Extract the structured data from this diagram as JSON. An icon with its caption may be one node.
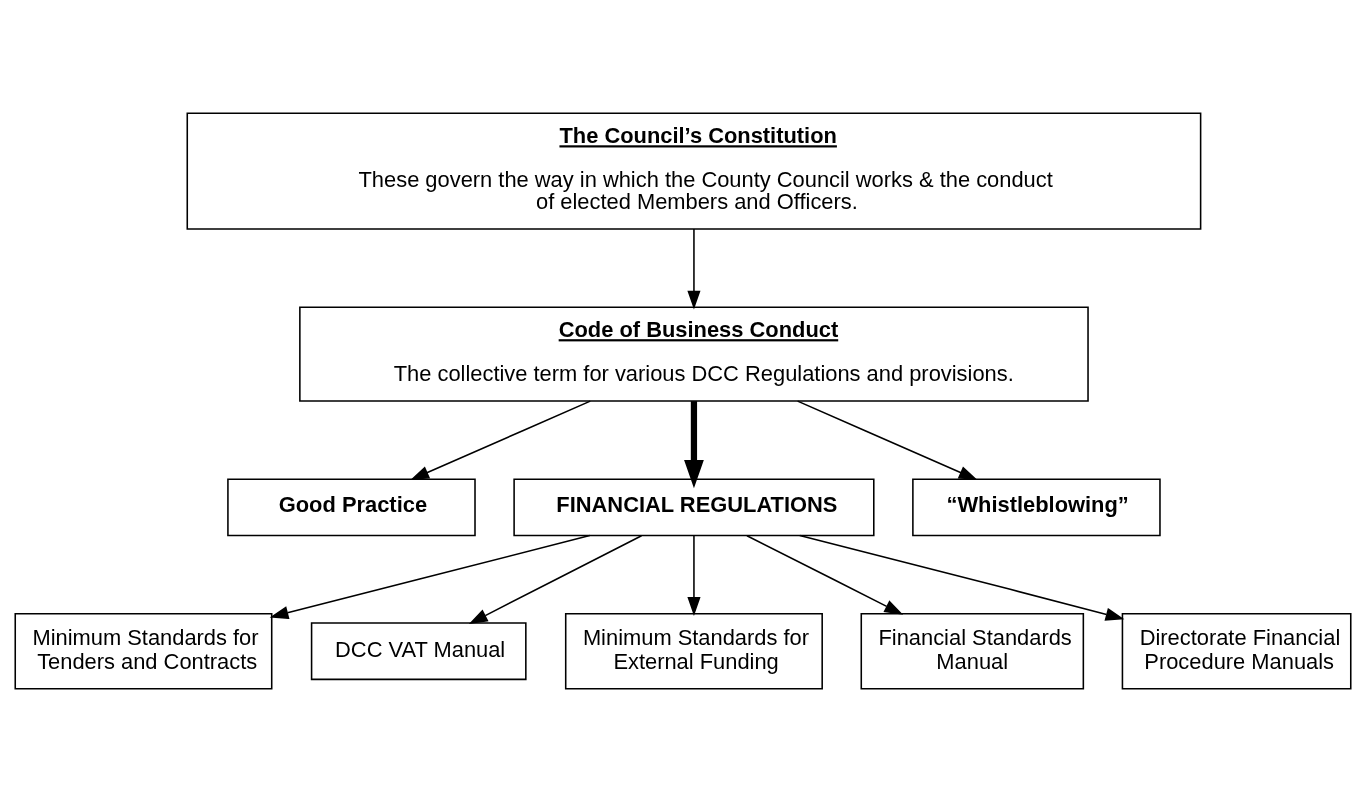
{
  "diagram": {
    "nodes": [
      {
        "text": [
          "The Council’s Constitution",
          "These govern the way in which the County Council works & the conduct of elected Members and Officers."
        ]
      },
      {
        "text": [
          "Code of Business Conduct",
          "The collective term for various DCC Regulations and provisions."
        ]
      },
      {
        "text": [
          "Good Practice"
        ]
      },
      {
        "text": [
          "FINANCIAL REGULATIONS"
        ]
      },
      {
        "text": [
          "“Whistleblowing”"
        ]
      },
      {
        "text": [
          "Minimum Standards for Tenders and Contracts"
        ]
      },
      {
        "text": [
          "DCC VAT Manual"
        ]
      },
      {
        "text": [
          "Minimum Standards for External Funding"
        ]
      },
      {
        "text": [
          "Financial Standards Manual"
        ]
      },
      {
        "text": [
          "Directorate Financial Procedure Manuals"
        ]
      }
    ],
    "edges": [
      {
        "from": 0,
        "to": 1,
        "arrow": "to"
      },
      {
        "from": 1,
        "to": 2,
        "arrow": "to"
      },
      {
        "from": 1,
        "to": 3,
        "arrow": "to",
        "style": "thick"
      },
      {
        "from": 1,
        "to": 4,
        "arrow": "to"
      },
      {
        "from": 3,
        "to": 5,
        "arrow": "to"
      },
      {
        "from": 3,
        "to": 6,
        "arrow": "to"
      },
      {
        "from": 3,
        "to": 7,
        "arrow": "to"
      },
      {
        "from": 3,
        "to": 8,
        "arrow": "to"
      },
      {
        "from": 3,
        "to": 9,
        "arrow": "to"
      }
    ]
  }
}
